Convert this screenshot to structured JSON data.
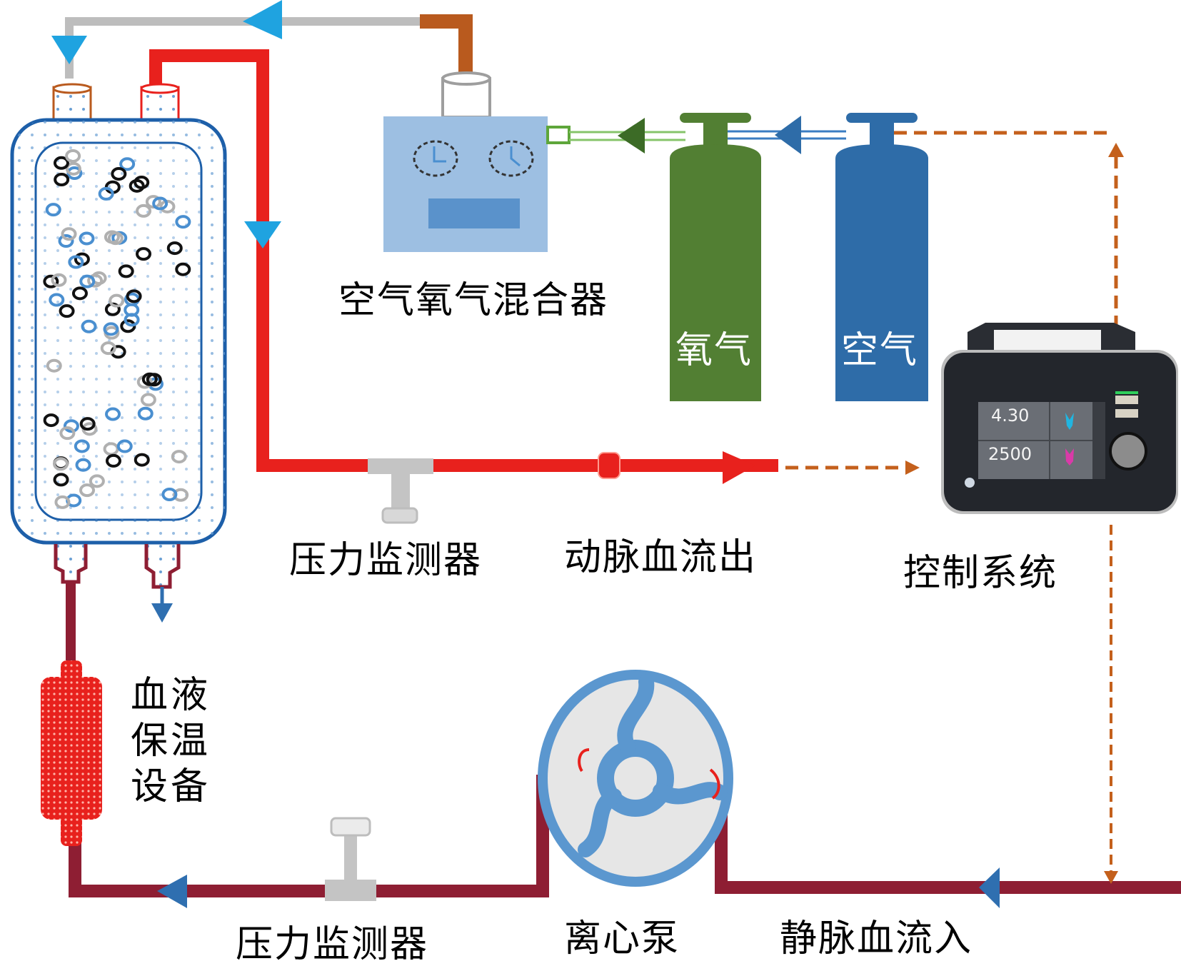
{
  "title": "Ex vivo extracorporeal circulation / oxygenation system schematic",
  "labels": {
    "mixer": "空气氧气混合器",
    "oxygen_tank": "氧气",
    "air_tank": "空气",
    "pressure_monitor_top": "压力监测器",
    "arterial_out": "动脉血流出",
    "control_system": "控制系统",
    "warmer": "血液保温设备",
    "pressure_monitor_bottom": "压力监测器",
    "pump": "离心泵",
    "venous_in": "静脉血流入"
  },
  "warmer_lines": [
    "血液",
    "保温",
    "设备"
  ],
  "controller_display": {
    "value_1": "4.30",
    "value_2": "2500"
  },
  "colors": {
    "arterial": "#e8211d",
    "venous": "#8e1e33",
    "gas_line": "#bdbdbd",
    "gas_arrow": "#1fa3e0",
    "mixer_outlet": "#b95a1e",
    "oxygen": "#527f33",
    "air": "#2e6ca8",
    "mixer_body": "#9dbfe2",
    "control_signal": "#c4601c",
    "flow_arrow": "#2f6fb0",
    "pump_ring": "#5b97cf",
    "oxygenator": "#1d5fa9"
  }
}
